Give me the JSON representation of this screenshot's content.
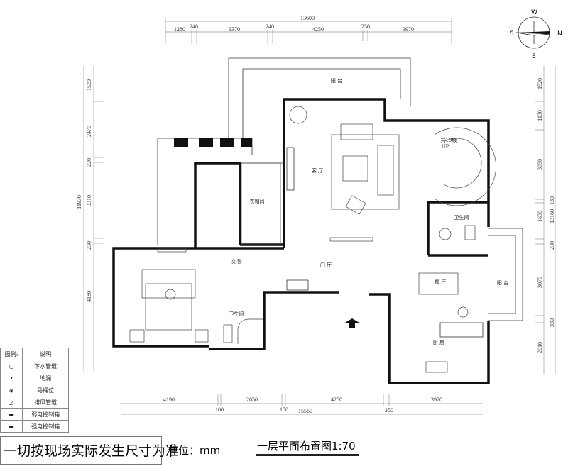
{
  "compass": {
    "n": "N",
    "s": "S",
    "w": "W",
    "e": "E"
  },
  "dimensions": {
    "top_total": "13600",
    "top": [
      "1280",
      "240",
      "3370",
      "240",
      "4250",
      "250",
      "3970"
    ],
    "bottom": [
      "4190",
      "2650",
      "4250",
      "250",
      "3970"
    ],
    "bottom_second": [
      "100",
      "150"
    ],
    "bottom_total": "15560",
    "left": [
      "1520",
      "2470",
      "220",
      "3310",
      "230",
      "4180"
    ],
    "left_total": "11930",
    "right": [
      "1520",
      "1130",
      "3050",
      "1690",
      "230",
      "3070",
      "2010"
    ],
    "right_outer": [
      "130",
      "330"
    ],
    "right_total": "13160"
  },
  "rooms": {
    "balcony_top": "阳 台",
    "living": "客 厅",
    "cloakroom": "衣帽间",
    "second_bedroom": "次 卧",
    "bathroom_left": "卫生间",
    "foyer": "门 厅",
    "dining": "餐 厅",
    "kitchen": "厨 房",
    "bathroom_right": "卫生间",
    "balcony_right": "阳 台",
    "stairs": "共19级",
    "stairs_up": "UP"
  },
  "legend": {
    "header": [
      "图例:",
      "说明"
    ],
    "items": [
      {
        "icon": "circle-outline",
        "label": "下水管道"
      },
      {
        "icon": "dot",
        "label": "地漏"
      },
      {
        "icon": "toilet-symbol",
        "label": "马桶位"
      },
      {
        "icon": "exhaust-duct",
        "label": "排风管道"
      },
      {
        "icon": "weak-current-box",
        "label": "弱电控制箱"
      },
      {
        "icon": "strong-current-box",
        "label": "强电控制箱"
      }
    ]
  },
  "footer": {
    "note": "一切按现场实际发生尺寸为准",
    "unit": "单位：mm",
    "title": "一层平面布置图1:70"
  }
}
